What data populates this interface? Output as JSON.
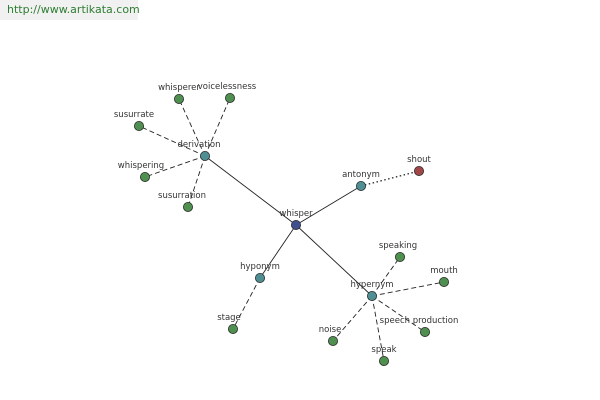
{
  "url": "http://www.artikata.com",
  "colors": {
    "center": "#3f4f8f",
    "relation": "#4f8f93",
    "leaf": "#4f8f4f",
    "antonym_leaf": "#a14747",
    "edge": "#222222"
  },
  "graph": {
    "center": {
      "id": "whisper",
      "label": "whisper"
    },
    "relations": [
      {
        "id": "derivation",
        "label": "derivation",
        "style": "solid",
        "leaves": [
          {
            "label": "whisperer",
            "kind": "leaf"
          },
          {
            "label": "voicelessness",
            "kind": "leaf"
          },
          {
            "label": "susurrate",
            "kind": "leaf"
          },
          {
            "label": "whispering",
            "kind": "leaf"
          },
          {
            "label": "susurration",
            "kind": "leaf"
          }
        ]
      },
      {
        "id": "antonym",
        "label": "antonym",
        "style": "solid",
        "leaves": [
          {
            "label": "shout",
            "kind": "antonym"
          }
        ]
      },
      {
        "id": "hyponym",
        "label": "hyponym",
        "style": "solid",
        "leaves": [
          {
            "label": "stage",
            "kind": "leaf"
          }
        ]
      },
      {
        "id": "hypernym",
        "label": "hypernym",
        "style": "solid",
        "leaves": [
          {
            "label": "speaking",
            "kind": "leaf"
          },
          {
            "label": "mouth",
            "kind": "leaf"
          },
          {
            "label": "speech production",
            "kind": "leaf"
          },
          {
            "label": "speak",
            "kind": "leaf"
          },
          {
            "label": "noise",
            "kind": "leaf"
          }
        ]
      }
    ]
  }
}
